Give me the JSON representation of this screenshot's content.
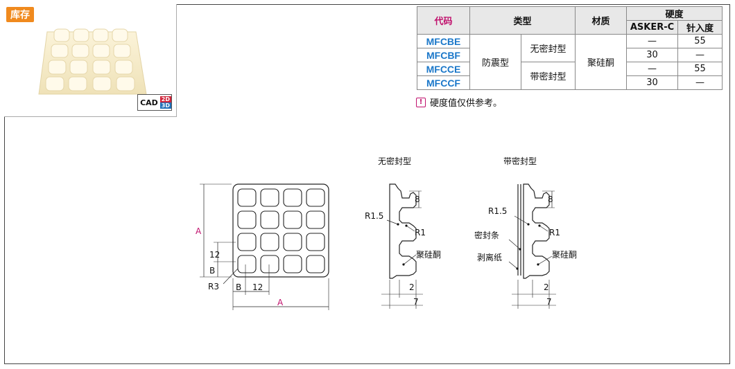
{
  "badges": {
    "stock": "库存",
    "cad": "CAD",
    "cad_2d": "2D",
    "cad_3d": "3D"
  },
  "table": {
    "headers": {
      "code": "代码",
      "type": "类型",
      "material": "材质",
      "hardness": "硬度",
      "asker": "ASKER-C",
      "needle": "针入度"
    },
    "group_type": "防震型",
    "rows": [
      {
        "code": "MFCBE",
        "subtype": "无密封型",
        "material": "聚硅酮",
        "asker": "—",
        "needle": "55"
      },
      {
        "code": "MFCBF",
        "asker": "30",
        "needle": "—"
      },
      {
        "code": "MFCCE",
        "subtype": "带密封型",
        "asker": "—",
        "needle": "55"
      },
      {
        "code": "MFCCF",
        "asker": "30",
        "needle": "—"
      }
    ]
  },
  "note": "硬度值仅供参考。",
  "drawing": {
    "view1_title": "无密封型",
    "view2_title": "带密封型",
    "dim_A": "A",
    "dim_B": "B",
    "dim_12": "12",
    "dim_R3": "R3",
    "dim_R15": "R1.5",
    "dim_R1": "R1",
    "dim_8": "8",
    "dim_2": "2",
    "dim_7": "7",
    "label_silicone": "聚硅酮",
    "label_seal": "密封条",
    "label_release": "剥离纸"
  }
}
